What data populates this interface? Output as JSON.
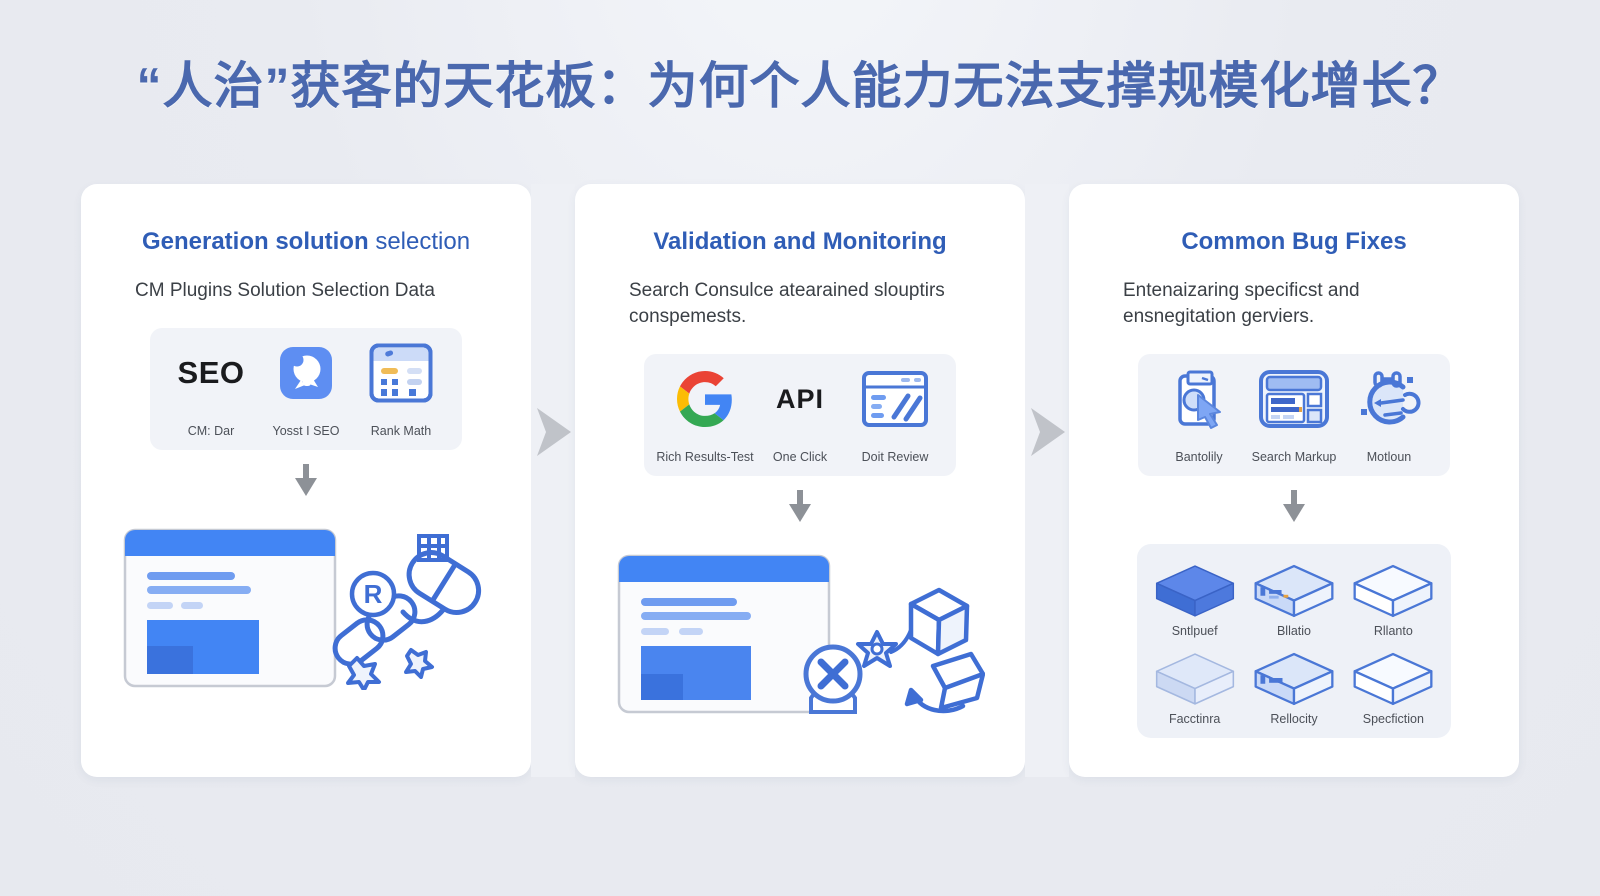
{
  "page": {
    "title": "“人治”获客的天花板：为何个人能力无法支撑规模化增长？"
  },
  "colors": {
    "background": "#e9ebf1",
    "title_blue": "#4a68ae",
    "heading_blue": "#2f5db6",
    "icon_blue": "#4285f4",
    "stroke_blue": "#4a77d6",
    "google_red": "#ea4335",
    "google_yellow": "#fbbc05",
    "google_green": "#34a853",
    "arrow_gray": "#c0c3c9"
  },
  "cards": [
    {
      "title_bold": "Generation solution",
      "title_regular": "selection",
      "subtitle": "CM Plugins Solution Selection Data",
      "tools": [
        {
          "label": "CM: Dar",
          "icon": "seo-wordmark",
          "icon_text": "SEO"
        },
        {
          "label": "Yosst I SEO",
          "icon": "yoast-app-icon"
        },
        {
          "label": "Rank Math",
          "icon": "rank-math-panel-icon"
        }
      ],
      "illustration": {
        "name": "webpage-with-broken-link-chain",
        "badge_letter": "R"
      }
    },
    {
      "title_bold": "Validation and Monitoring",
      "title_regular": "",
      "subtitle": "Search Consulce atearained slouptirs conspemests.",
      "tools": [
        {
          "label": "Rich Results-Test",
          "icon": "google-g-icon"
        },
        {
          "label": "One Click",
          "icon": "api-wordmark",
          "icon_text": "API"
        },
        {
          "label": "Doit Review",
          "icon": "review-panel-icon"
        }
      ],
      "illustration": {
        "name": "webpage-error-with-cube-and-box"
      }
    },
    {
      "title_bold": "Common Bug Fixes",
      "title_regular": "",
      "subtitle": "Entenaizaring specificst and ensnegitation gerviers.",
      "tools": [
        {
          "label": "Bantolily",
          "icon": "clipboard-cursor-icon"
        },
        {
          "label": "Search Markup",
          "icon": "browser-layout-icon"
        },
        {
          "label": "Motloun",
          "icon": "motion-loop-icon"
        }
      ],
      "modules": [
        {
          "label": "Sntlpuef"
        },
        {
          "label": "Bllatio"
        },
        {
          "label": "Rllanto"
        },
        {
          "label": "Facctinra"
        },
        {
          "label": "Rellocity"
        },
        {
          "label": "Specfiction"
        }
      ]
    }
  ]
}
